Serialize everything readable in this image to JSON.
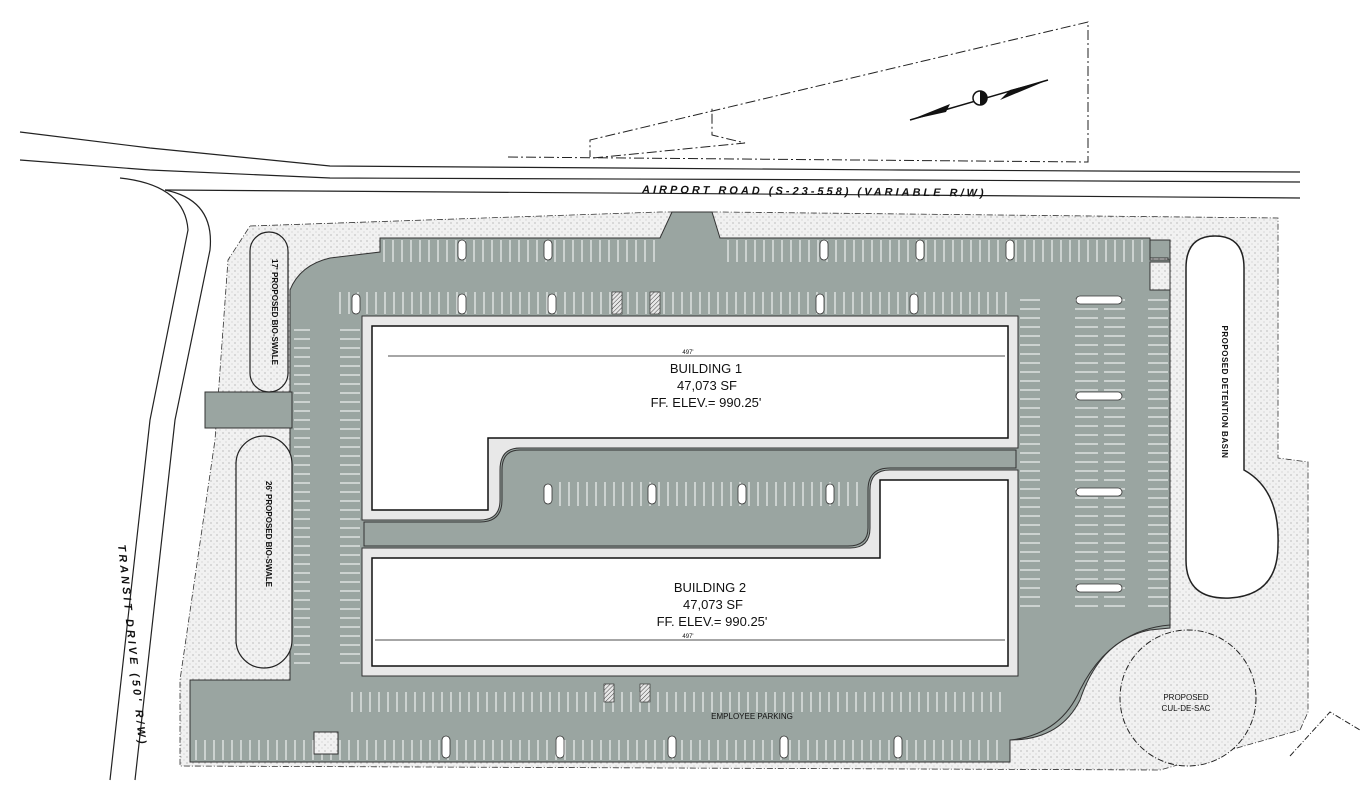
{
  "roads": {
    "airport_road": "AIRPORT ROAD (S-23-558) (VARIABLE R/W)",
    "transit_drive": "TRANSIT DRIVE (50' R/W)"
  },
  "buildings": [
    {
      "name": "BUILDING 1",
      "area": "47,073 SF",
      "elevation": "FF. ELEV.= 990.25'",
      "dimension": "497'"
    },
    {
      "name": "BUILDING 2",
      "area": "47,073 SF",
      "elevation": "FF. ELEV.= 990.25'",
      "dimension": "497'"
    }
  ],
  "features": {
    "bioswale_top": "17' PROPOSED BIO-SWALE",
    "bioswale_bottom": "26' PROPOSED BIO-SWALE",
    "detention_basin": "PROPOSED DETENTION BASIN",
    "cul_de_sac_line1": "PROPOSED",
    "cul_de_sac_line2": "CUL-DE-SAC",
    "employee_parking": "EMPLOYEE PARKING"
  },
  "colors": {
    "pavement": "#9aa5a1",
    "building": "#ffffff",
    "stipple": "#d6d6d6",
    "linework": "#222222"
  },
  "icons": {
    "north_arrow": "north-arrow-icon"
  }
}
